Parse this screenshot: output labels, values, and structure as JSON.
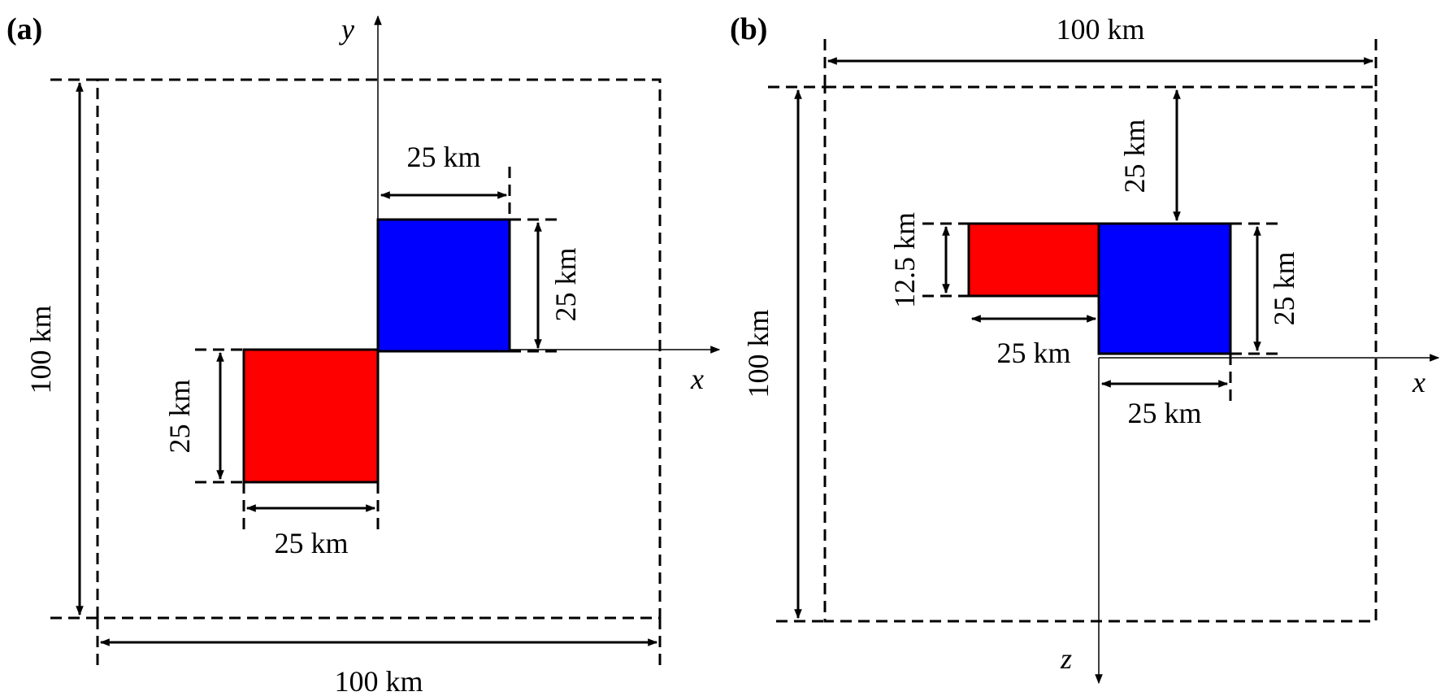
{
  "colors": {
    "blue_block": "#0000ff",
    "red_block": "#ff0000"
  },
  "panel_a": {
    "label": "(a)",
    "axis_x": "x",
    "axis_y": "y",
    "domain_height": "100 km",
    "domain_width": "100 km",
    "blue_width": "25 km",
    "blue_height": "25 km",
    "red_height": "25 km",
    "red_width": "25 km"
  },
  "panel_b": {
    "label": "(b)",
    "axis_x": "x",
    "axis_z": "z",
    "domain_width": "100 km",
    "domain_height": "100 km",
    "top_gap": "25 km",
    "red_height": "12.5 km",
    "red_width": "25 km",
    "blue_height": "25 km",
    "blue_width": "25 km"
  }
}
